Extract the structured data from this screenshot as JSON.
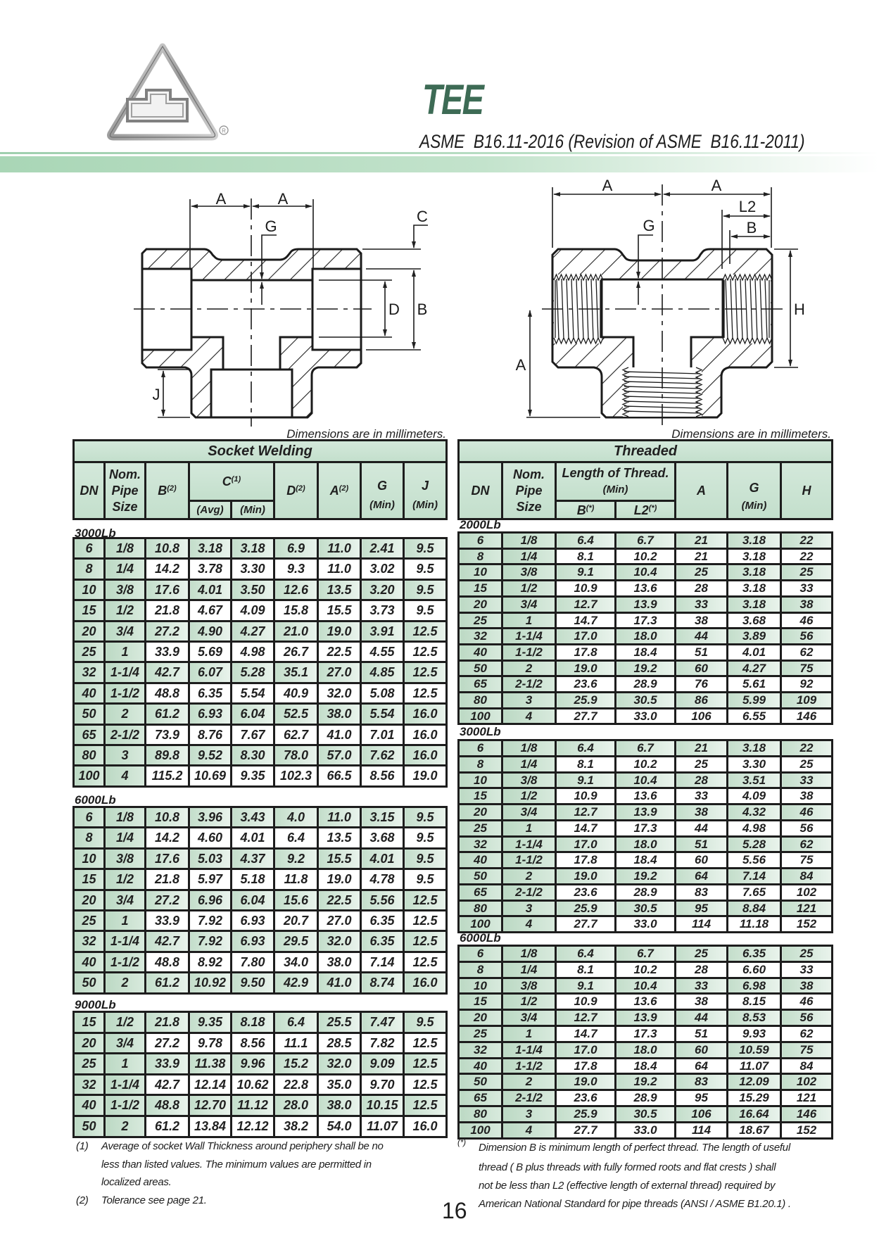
{
  "header": {
    "title": "TEE",
    "subtitle": "ASME  B16.11-2016 (Revision of ASME  B16.11-2011)",
    "logo_mark": "®",
    "accent_color": "#3d6b55"
  },
  "diagrams": {
    "socket_welding_labels": {
      "a_left": "A",
      "a_right": "A",
      "g": "G",
      "c": "C",
      "d": "D",
      "b": "B",
      "j": "J"
    },
    "threaded_labels": {
      "a_left": "A",
      "a_right": "A",
      "l2": "L2",
      "b": "B",
      "g": "G",
      "h": "H",
      "a_vertical": "A"
    }
  },
  "socket_welding": {
    "dimensions_note": "Dimensions are in millimeters.",
    "title": "Socket Welding",
    "headers": {
      "dn": "DN",
      "nom": [
        "Nom.",
        "Pipe",
        "Size"
      ],
      "b": {
        "t": "B",
        "sup": "(2)"
      },
      "c": {
        "t": "C",
        "sup": "(1)"
      },
      "c_avg": "(Avg)",
      "c_min": "(Min)",
      "d": {
        "t": "D",
        "sup": "(2)"
      },
      "a": {
        "t": "A",
        "sup": "(2)"
      },
      "g": "G",
      "g_min": "(Min)",
      "j": "J",
      "j_min": "(Min)"
    },
    "groups": [
      {
        "label": "3000Lb",
        "rows": [
          [
            "6",
            "1/8",
            "10.8",
            "3.18",
            "3.18",
            "6.9",
            "11.0",
            "2.41",
            "9.5"
          ],
          [
            "8",
            "1/4",
            "14.2",
            "3.78",
            "3.30",
            "9.3",
            "11.0",
            "3.02",
            "9.5"
          ],
          [
            "10",
            "3/8",
            "17.6",
            "4.01",
            "3.50",
            "12.6",
            "13.5",
            "3.20",
            "9.5"
          ],
          [
            "15",
            "1/2",
            "21.8",
            "4.67",
            "4.09",
            "15.8",
            "15.5",
            "3.73",
            "9.5"
          ],
          [
            "20",
            "3/4",
            "27.2",
            "4.90",
            "4.27",
            "21.0",
            "19.0",
            "3.91",
            "12.5"
          ],
          [
            "25",
            "1",
            "33.9",
            "5.69",
            "4.98",
            "26.7",
            "22.5",
            "4.55",
            "12.5"
          ],
          [
            "32",
            "1-1/4",
            "42.7",
            "6.07",
            "5.28",
            "35.1",
            "27.0",
            "4.85",
            "12.5"
          ],
          [
            "40",
            "1-1/2",
            "48.8",
            "6.35",
            "5.54",
            "40.9",
            "32.0",
            "5.08",
            "12.5"
          ],
          [
            "50",
            "2",
            "61.2",
            "6.93",
            "6.04",
            "52.5",
            "38.0",
            "5.54",
            "16.0"
          ],
          [
            "65",
            "2-1/2",
            "73.9",
            "8.76",
            "7.67",
            "62.7",
            "41.0",
            "7.01",
            "16.0"
          ],
          [
            "80",
            "3",
            "89.8",
            "9.52",
            "8.30",
            "78.0",
            "57.0",
            "7.62",
            "16.0"
          ],
          [
            "100",
            "4",
            "115.2",
            "10.69",
            "9.35",
            "102.3",
            "66.5",
            "8.56",
            "19.0"
          ]
        ]
      },
      {
        "label": "6000Lb",
        "rows": [
          [
            "6",
            "1/8",
            "10.8",
            "3.96",
            "3.43",
            "4.0",
            "11.0",
            "3.15",
            "9.5"
          ],
          [
            "8",
            "1/4",
            "14.2",
            "4.60",
            "4.01",
            "6.4",
            "13.5",
            "3.68",
            "9.5"
          ],
          [
            "10",
            "3/8",
            "17.6",
            "5.03",
            "4.37",
            "9.2",
            "15.5",
            "4.01",
            "9.5"
          ],
          [
            "15",
            "1/2",
            "21.8",
            "5.97",
            "5.18",
            "11.8",
            "19.0",
            "4.78",
            "9.5"
          ],
          [
            "20",
            "3/4",
            "27.2",
            "6.96",
            "6.04",
            "15.6",
            "22.5",
            "5.56",
            "12.5"
          ],
          [
            "25",
            "1",
            "33.9",
            "7.92",
            "6.93",
            "20.7",
            "27.0",
            "6.35",
            "12.5"
          ],
          [
            "32",
            "1-1/4",
            "42.7",
            "7.92",
            "6.93",
            "29.5",
            "32.0",
            "6.35",
            "12.5"
          ],
          [
            "40",
            "1-1/2",
            "48.8",
            "8.92",
            "7.80",
            "34.0",
            "38.0",
            "7.14",
            "12.5"
          ],
          [
            "50",
            "2",
            "61.2",
            "10.92",
            "9.50",
            "42.9",
            "41.0",
            "8.74",
            "16.0"
          ]
        ]
      },
      {
        "label": "9000Lb",
        "rows": [
          [
            "15",
            "1/2",
            "21.8",
            "9.35",
            "8.18",
            "6.4",
            "25.5",
            "7.47",
            "9.5"
          ],
          [
            "20",
            "3/4",
            "27.2",
            "9.78",
            "8.56",
            "11.1",
            "28.5",
            "7.82",
            "12.5"
          ],
          [
            "25",
            "1",
            "33.9",
            "11.38",
            "9.96",
            "15.2",
            "32.0",
            "9.09",
            "12.5"
          ],
          [
            "32",
            "1-1/4",
            "42.7",
            "12.14",
            "10.62",
            "22.8",
            "35.0",
            "9.70",
            "12.5"
          ],
          [
            "40",
            "1-1/2",
            "48.8",
            "12.70",
            "11.12",
            "28.0",
            "38.0",
            "10.15",
            "12.5"
          ],
          [
            "50",
            "2",
            "61.2",
            "13.84",
            "12.12",
            "38.2",
            "54.0",
            "11.07",
            "16.0"
          ]
        ]
      }
    ],
    "footnotes": [
      {
        "mark": "(1)",
        "lines": [
          "Average of socket Wall Thickness around periphery shall be no",
          "less than listed values.  The minimum values are permitted in",
          "localized areas."
        ]
      },
      {
        "mark": "(2)",
        "lines": [
          "Tolerance see page 21."
        ]
      }
    ]
  },
  "threaded": {
    "dimensions_note": "Dimensions are in millimeters.",
    "title": "Threaded",
    "headers": {
      "dn": "DN",
      "nom": [
        "Nom.",
        "Pipe",
        "Size"
      ],
      "length": "Length of Thread.",
      "length_min": "(Min)",
      "b": {
        "t": "B",
        "sup": "(*)"
      },
      "l2": {
        "t": "L2",
        "sup": "(*)"
      },
      "a": "A",
      "g": "G",
      "g_min": "(Min)",
      "h": "H"
    },
    "groups": [
      {
        "label": "2000Lb",
        "rows": [
          [
            "6",
            "1/8",
            "6.4",
            "6.7",
            "21",
            "3.18",
            "22"
          ],
          [
            "8",
            "1/4",
            "8.1",
            "10.2",
            "21",
            "3.18",
            "22"
          ],
          [
            "10",
            "3/8",
            "9.1",
            "10.4",
            "25",
            "3.18",
            "25"
          ],
          [
            "15",
            "1/2",
            "10.9",
            "13.6",
            "28",
            "3.18",
            "33"
          ],
          [
            "20",
            "3/4",
            "12.7",
            "13.9",
            "33",
            "3.18",
            "38"
          ],
          [
            "25",
            "1",
            "14.7",
            "17.3",
            "38",
            "3.68",
            "46"
          ],
          [
            "32",
            "1-1/4",
            "17.0",
            "18.0",
            "44",
            "3.89",
            "56"
          ],
          [
            "40",
            "1-1/2",
            "17.8",
            "18.4",
            "51",
            "4.01",
            "62"
          ],
          [
            "50",
            "2",
            "19.0",
            "19.2",
            "60",
            "4.27",
            "75"
          ],
          [
            "65",
            "2-1/2",
            "23.6",
            "28.9",
            "76",
            "5.61",
            "92"
          ],
          [
            "80",
            "3",
            "25.9",
            "30.5",
            "86",
            "5.99",
            "109"
          ],
          [
            "100",
            "4",
            "27.7",
            "33.0",
            "106",
            "6.55",
            "146"
          ]
        ]
      },
      {
        "label": "3000Lb",
        "rows": [
          [
            "6",
            "1/8",
            "6.4",
            "6.7",
            "21",
            "3.18",
            "22"
          ],
          [
            "8",
            "1/4",
            "8.1",
            "10.2",
            "25",
            "3.30",
            "25"
          ],
          [
            "10",
            "3/8",
            "9.1",
            "10.4",
            "28",
            "3.51",
            "33"
          ],
          [
            "15",
            "1/2",
            "10.9",
            "13.6",
            "33",
            "4.09",
            "38"
          ],
          [
            "20",
            "3/4",
            "12.7",
            "13.9",
            "38",
            "4.32",
            "46"
          ],
          [
            "25",
            "1",
            "14.7",
            "17.3",
            "44",
            "4.98",
            "56"
          ],
          [
            "32",
            "1-1/4",
            "17.0",
            "18.0",
            "51",
            "5.28",
            "62"
          ],
          [
            "40",
            "1-1/2",
            "17.8",
            "18.4",
            "60",
            "5.56",
            "75"
          ],
          [
            "50",
            "2",
            "19.0",
            "19.2",
            "64",
            "7.14",
            "84"
          ],
          [
            "65",
            "2-1/2",
            "23.6",
            "28.9",
            "83",
            "7.65",
            "102"
          ],
          [
            "80",
            "3",
            "25.9",
            "30.5",
            "95",
            "8.84",
            "121"
          ],
          [
            "100",
            "4",
            "27.7",
            "33.0",
            "114",
            "11.18",
            "152"
          ]
        ]
      },
      {
        "label": "6000Lb",
        "rows": [
          [
            "6",
            "1/8",
            "6.4",
            "6.7",
            "25",
            "6.35",
            "25"
          ],
          [
            "8",
            "1/4",
            "8.1",
            "10.2",
            "28",
            "6.60",
            "33"
          ],
          [
            "10",
            "3/8",
            "9.1",
            "10.4",
            "33",
            "6.98",
            "38"
          ],
          [
            "15",
            "1/2",
            "10.9",
            "13.6",
            "38",
            "8.15",
            "46"
          ],
          [
            "20",
            "3/4",
            "12.7",
            "13.9",
            "44",
            "8.53",
            "56"
          ],
          [
            "25",
            "1",
            "14.7",
            "17.3",
            "51",
            "9.93",
            "62"
          ],
          [
            "32",
            "1-1/4",
            "17.0",
            "18.0",
            "60",
            "10.59",
            "75"
          ],
          [
            "40",
            "1-1/2",
            "17.8",
            "18.4",
            "64",
            "11.07",
            "84"
          ],
          [
            "50",
            "2",
            "19.0",
            "19.2",
            "83",
            "12.09",
            "102"
          ],
          [
            "65",
            "2-1/2",
            "23.6",
            "28.9",
            "95",
            "15.29",
            "121"
          ],
          [
            "80",
            "3",
            "25.9",
            "30.5",
            "106",
            "16.64",
            "146"
          ],
          [
            "100",
            "4",
            "27.7",
            "33.0",
            "114",
            "18.67",
            "152"
          ]
        ]
      }
    ],
    "footnote": {
      "mark": "(*)",
      "lines": [
        "Dimension B is minimum length of perfect thread. The length of useful",
        "thread ( B plus threads with fully formed roots and flat crests )  shall",
        "not be less than L2 (effective length of external thread) required  by",
        "American National Standard for pipe threads (ANSI / ASME B1.20.1) ."
      ]
    }
  },
  "page_number": "16"
}
